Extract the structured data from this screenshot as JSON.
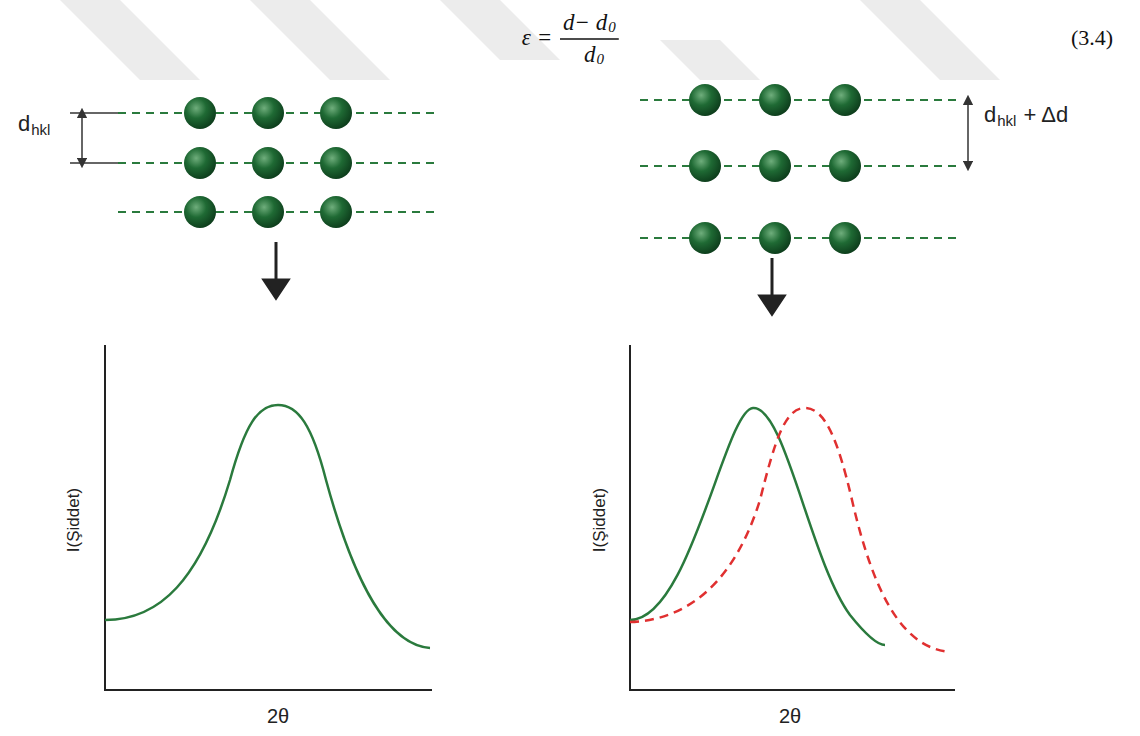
{
  "diagram": {
    "labels": [
      "ε =",
      "d− d",
      "0",
      "d",
      "0",
      "(3.4)",
      "d",
      "hkl",
      "d",
      "hkl",
      "+ Δd",
      "I(Şiddet)",
      "2θ",
      "I(Şiddet)",
      "2θ"
    ]
  }
}
